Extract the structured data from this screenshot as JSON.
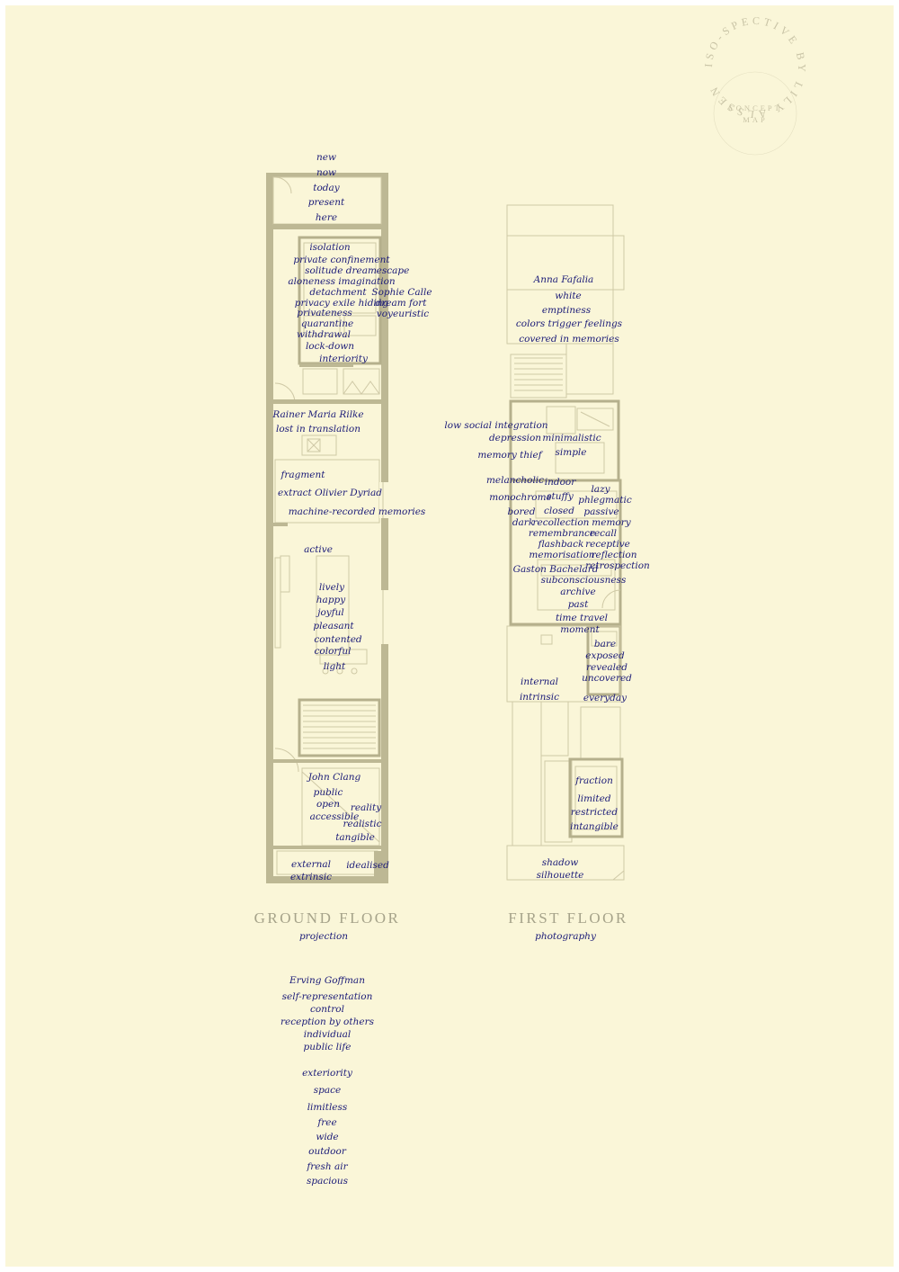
{
  "logo": {
    "ring_text": "ISO-SPECTIVE BY LILY ALSSEN",
    "inner_line1": "CONCEPT",
    "inner_line2": "MAP"
  },
  "floors": [
    {
      "id": "ground",
      "title": "GROUND FLOOR",
      "caption": "projection"
    },
    {
      "id": "first",
      "title": "FIRST FLOOR",
      "caption": "photography"
    }
  ],
  "ground_notes": [
    "new",
    "now",
    "today",
    "present",
    "here",
    "isolation",
    "private confinement",
    "solitude dream",
    "aloneness imagination",
    "detachment",
    "privacy exile hiding",
    "privateness",
    "quarantine",
    "withdrawal",
    "lock-down",
    "interiority",
    "escape",
    "Sophie Calle",
    "dream fort",
    "voyeuristic",
    "Rainer Maria Rilke",
    "lost in translation",
    "fragment",
    "extract Olivier Dyriad",
    "machine-recorded memories",
    "active",
    "lively",
    "happy",
    "joyful",
    "pleasant",
    "contented",
    "colorful",
    "light",
    "John Clang",
    "public",
    "open",
    "accessible",
    "reality",
    "realistic",
    "tangible",
    "external",
    "extrinsic",
    "idealised"
  ],
  "first_notes": [
    "Anna Fafalia",
    "white",
    "emptiness",
    "colors trigger feelings",
    "covered in memories",
    "low social integration",
    "depression",
    "memory thief",
    "minimalistic",
    "simple",
    "melancholic",
    "monochrome",
    "bored",
    "dark",
    "indoor",
    "stuffy",
    "closed",
    "recollection",
    "remembrance",
    "flashback",
    "memorisation",
    "Gaston Bachelard",
    "lazy",
    "phlegmatic",
    "passive",
    "memory",
    "recall",
    "receptive",
    "reflection",
    "retrospection",
    "subconsciousness",
    "archive",
    "past",
    "time travel",
    "moment",
    "bare",
    "exposed",
    "revealed",
    "uncovered",
    "everyday",
    "internal",
    "intrinsic",
    "fraction",
    "limited",
    "restricted",
    "intangible",
    "shadow",
    "silhouette"
  ],
  "bottom_notes": [
    "Erving Goffman",
    "self-representation",
    "control",
    "reception by others",
    "individual",
    "public life",
    "exteriority",
    "space",
    "limitless",
    "free",
    "wide",
    "outdoor",
    "fresh air",
    "spacious"
  ]
}
